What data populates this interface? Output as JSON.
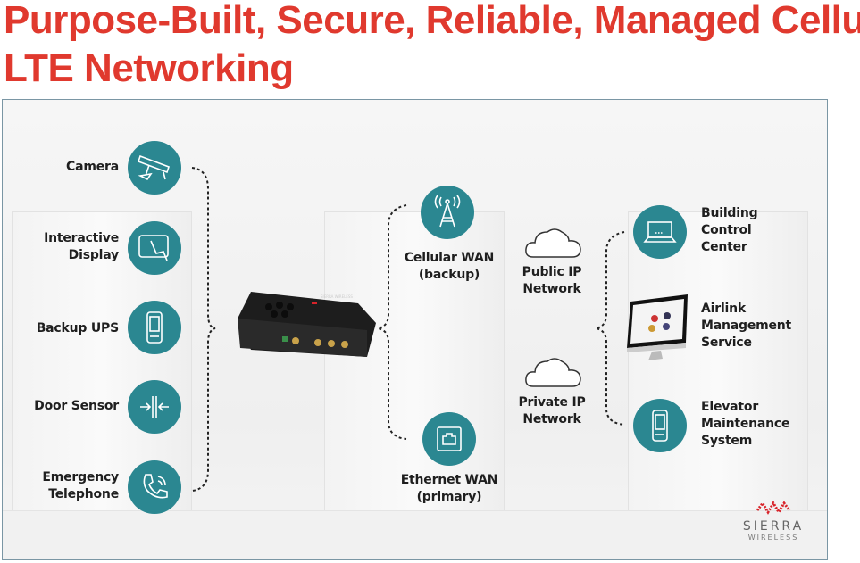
{
  "title": {
    "line1": "Purpose-Built, Secure, Reliable, Managed Cellula",
    "line2": "LTE Networking"
  },
  "devices": [
    {
      "label": "Camera",
      "icon": "camera-icon"
    },
    {
      "label": "Interactive\nDisplay",
      "icon": "touch-display-icon"
    },
    {
      "label": "Backup UPS",
      "icon": "ups-device-icon"
    },
    {
      "label": "Door Sensor",
      "icon": "door-sensor-icon"
    },
    {
      "label": "Emergency\nTelephone",
      "icon": "telephone-icon"
    }
  ],
  "router": {
    "brand": "SIERRA WIRELESS"
  },
  "wan": [
    {
      "label": "Cellular WAN\n(backup)",
      "icon": "cell-tower-icon"
    },
    {
      "label": "Ethernet WAN\n(primary)",
      "icon": "ethernet-port-icon"
    }
  ],
  "networks": [
    {
      "label": "Public IP\nNetwork",
      "icon": "cloud-icon"
    },
    {
      "label": "Private IP\nNetwork",
      "icon": "cloud-icon"
    }
  ],
  "services": [
    {
      "label": "Building\nControl\nCenter",
      "icon": "laptop-icon"
    },
    {
      "label": "Airlink\nManagement\nService",
      "icon": "monitor-icon"
    },
    {
      "label": "Elevator\nMaintenance\nSystem",
      "icon": "handheld-device-icon"
    }
  ],
  "logo": {
    "line1": "SIERRA",
    "line2": "WIRELESS"
  },
  "colors": {
    "title": "#e0392e",
    "icon_circle": "#2b8791",
    "logo": "#d8232a"
  }
}
